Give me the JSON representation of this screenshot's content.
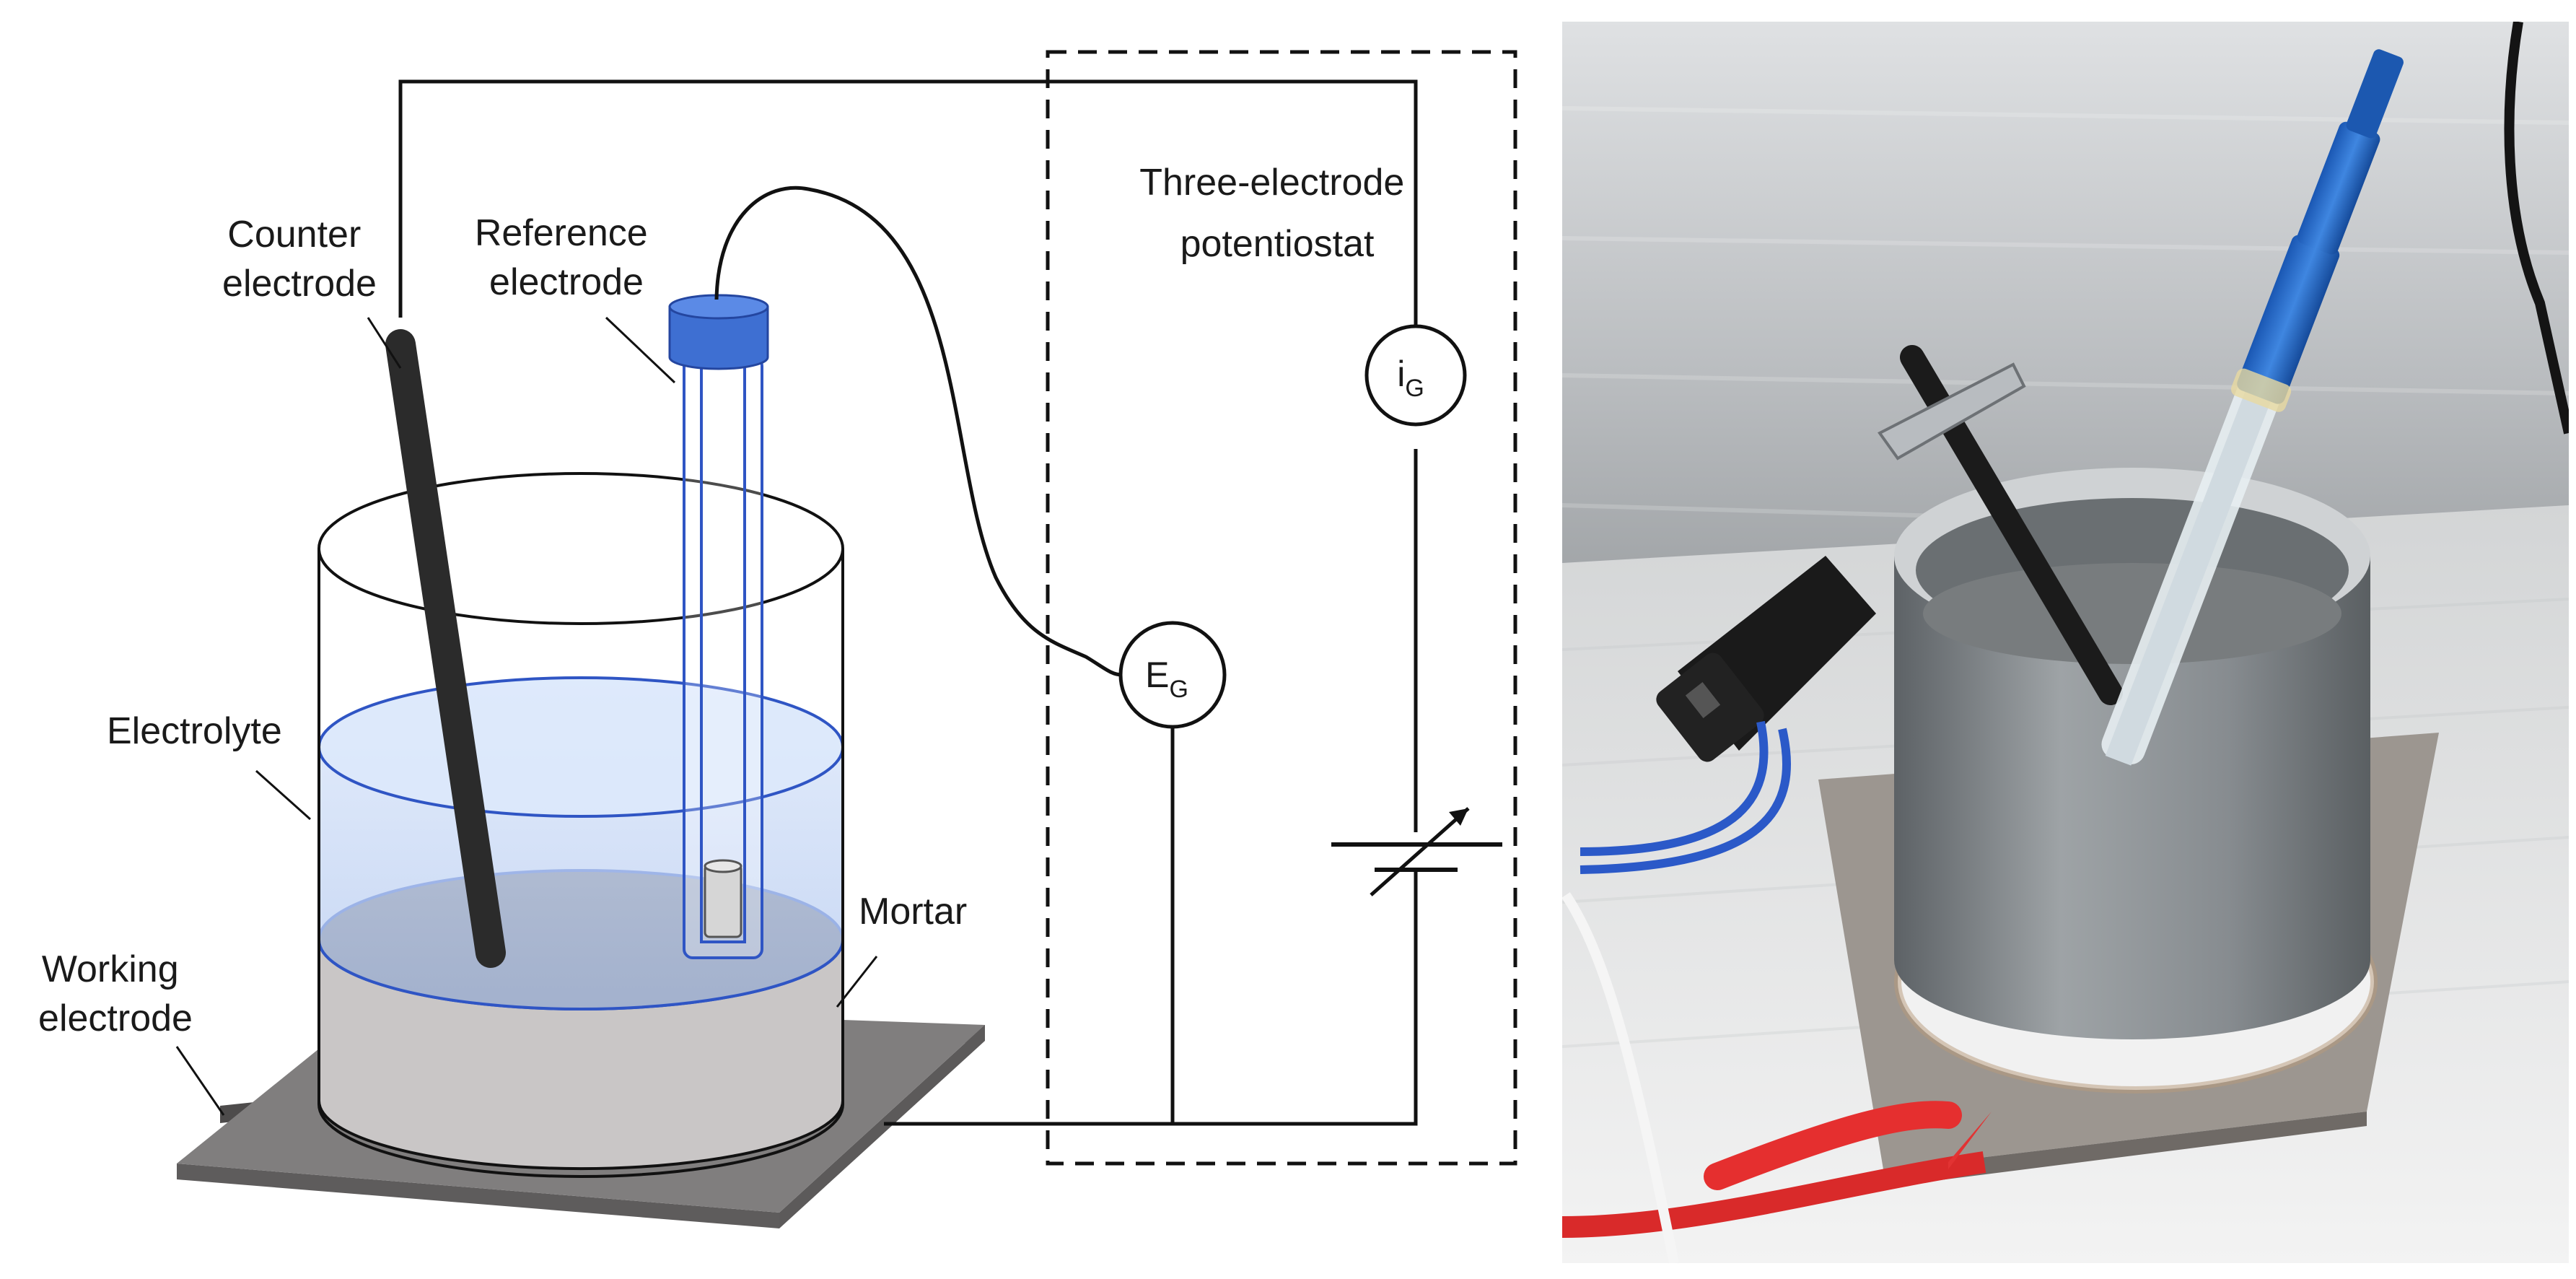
{
  "diagram": {
    "labels": {
      "counter": [
        "Counter",
        "electrode"
      ],
      "reference": [
        "Reference",
        "electrode"
      ],
      "potentiostat": [
        "Three-electrode",
        "potentiostat"
      ],
      "electrolyte": "Electrolyte",
      "mortar": "Mortar",
      "working": [
        "Working",
        "electrode"
      ]
    },
    "ammeter": {
      "main": "i",
      "sub": "G"
    },
    "voltmeter": {
      "main": "E",
      "sub": "G"
    }
  },
  "photo": {
    "description_hidden": ""
  },
  "colors": {
    "electrolyte": "#c9dbf6",
    "electrolyte_edge": "#2f55c4",
    "mortar_top": "#6e6a6a",
    "mortar_body": "#c8c5c5",
    "plate": "#7e7c7c",
    "cap": "#4a78d6"
  }
}
